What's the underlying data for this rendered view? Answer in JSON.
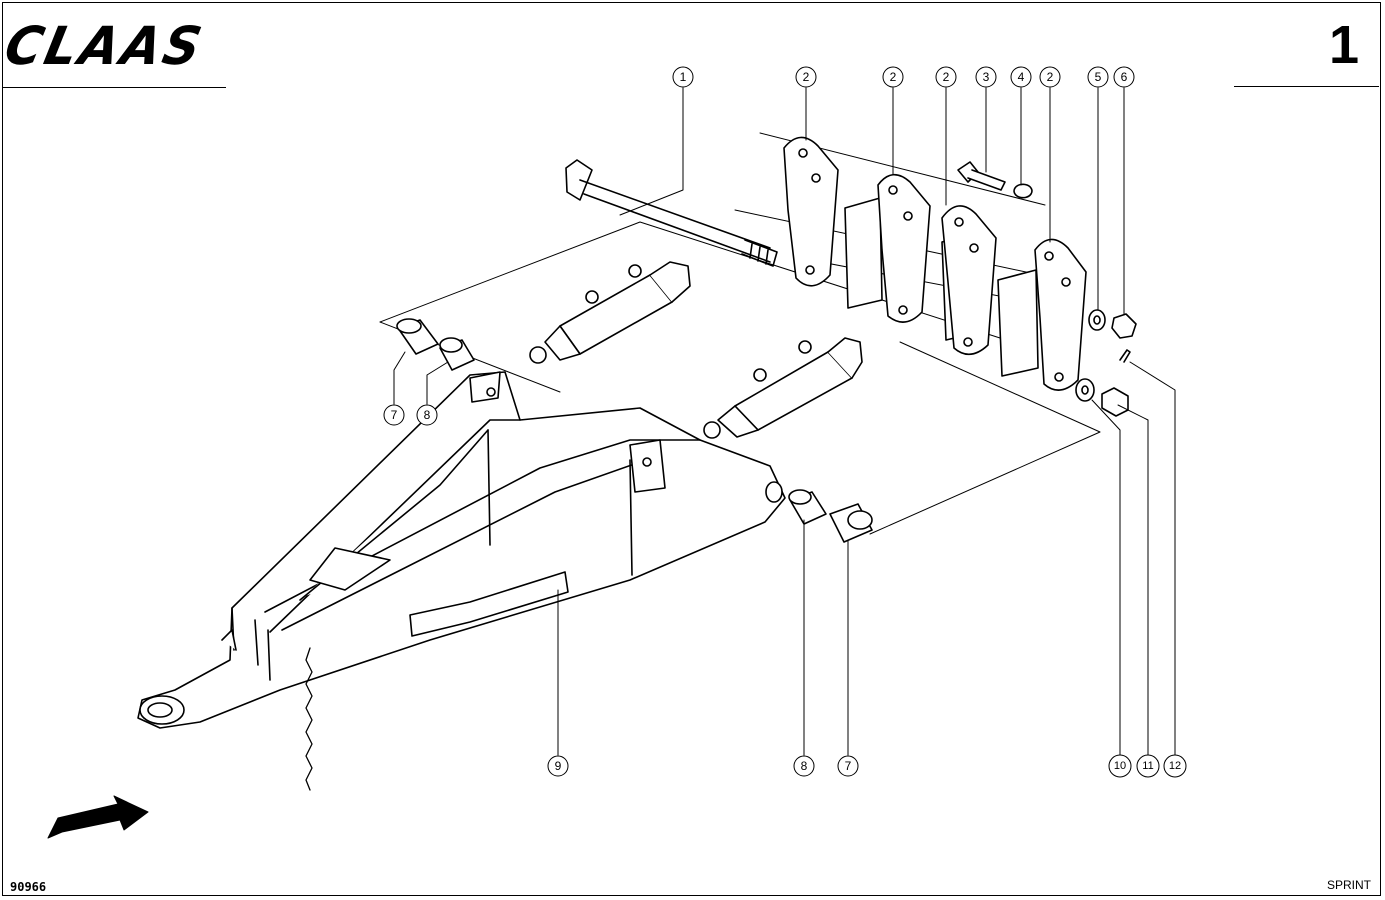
{
  "header": {
    "brand": "CLAAS",
    "sheet_number": "1"
  },
  "footer": {
    "drawing_number": "90966",
    "model": "SPRINT"
  },
  "callouts": [
    {
      "id": "c1",
      "label": "1"
    },
    {
      "id": "c2a",
      "label": "2"
    },
    {
      "id": "c2b",
      "label": "2"
    },
    {
      "id": "c2c",
      "label": "2"
    },
    {
      "id": "c3",
      "label": "3"
    },
    {
      "id": "c4",
      "label": "4"
    },
    {
      "id": "c2d",
      "label": "2"
    },
    {
      "id": "c5",
      "label": "5"
    },
    {
      "id": "c6",
      "label": "6"
    },
    {
      "id": "c7a",
      "label": "7"
    },
    {
      "id": "c8a",
      "label": "8"
    },
    {
      "id": "c9",
      "label": "9"
    },
    {
      "id": "c8b",
      "label": "8"
    },
    {
      "id": "c7b",
      "label": "7"
    },
    {
      "id": "c10",
      "label": "10"
    },
    {
      "id": "c11",
      "label": "11"
    },
    {
      "id": "c12",
      "label": "12"
    }
  ],
  "icons": {
    "direction": "travel-direction-arrow-icon"
  }
}
